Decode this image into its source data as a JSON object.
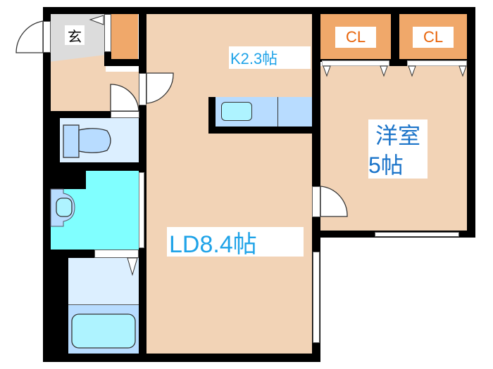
{
  "floorplan": {
    "colors": {
      "wall": "#000000",
      "floor": "#f2d3b6",
      "closet": "#f0a86a",
      "entrance": "#dcdcdc",
      "wet_area": "#dcefff",
      "washroom": "#80ffff",
      "fixture": "#b8dcff",
      "fixture_inner": "#aef3ff",
      "label_blue": "#1fa3e8",
      "label_darkblue": "#1b74c9",
      "label_orange": "#e8640a"
    },
    "rooms": {
      "entrance": {
        "label": "玄"
      },
      "kitchen": {
        "label": "K2.3帖"
      },
      "closet_1": {
        "label": "CL"
      },
      "closet_2": {
        "label": "CL"
      },
      "western_room": {
        "label_line1": "洋室",
        "label_line2": "5帖"
      },
      "living_dining": {
        "label": "LD8.4帖"
      },
      "toilet": {
        "label": ""
      },
      "washroom": {
        "label": ""
      },
      "bathroom": {
        "label": ""
      }
    }
  }
}
